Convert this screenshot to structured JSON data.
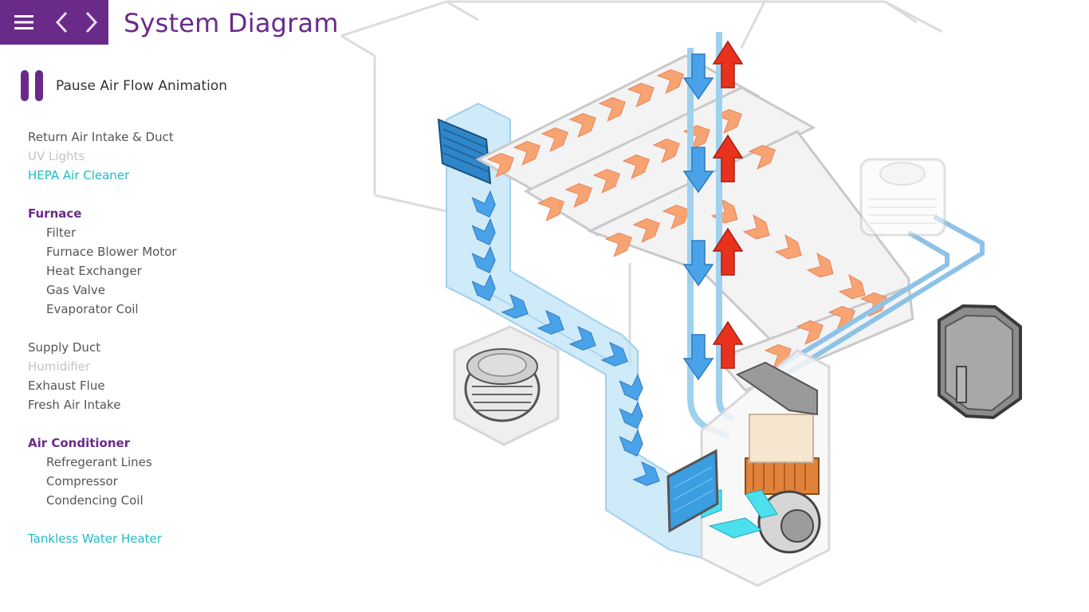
{
  "header": {
    "title": "System Diagram",
    "color": "#6a2a8a"
  },
  "controls": {
    "pause_label": "Pause Air Flow Animation"
  },
  "nav": {
    "items": [
      {
        "label": "Return Air Intake & Duct"
      },
      {
        "label": "UV Lights"
      },
      {
        "label": "HEPA Air Cleaner"
      },
      {
        "label": "Furnace"
      },
      {
        "label": "Filter"
      },
      {
        "label": "Furnace Blower Motor"
      },
      {
        "label": "Heat Exchanger"
      },
      {
        "label": "Gas Valve"
      },
      {
        "label": "Evaporator Coil"
      },
      {
        "label": "Supply Duct"
      },
      {
        "label": "Humidifier"
      },
      {
        "label": "Exhaust Flue"
      },
      {
        "label": "Fresh Air Intake"
      },
      {
        "label": "Air Conditioner"
      },
      {
        "label": "Refregerant Lines"
      },
      {
        "label": "Compressor"
      },
      {
        "label": "Condencing Coil"
      },
      {
        "label": "Tankless Water Heater"
      }
    ]
  },
  "colors": {
    "brand": "#6a2a8a",
    "teal": "#1ebcc4",
    "supply_air": "#f7a472",
    "return_air": "#4aa3e8",
    "exhaust": "#e8321e"
  }
}
